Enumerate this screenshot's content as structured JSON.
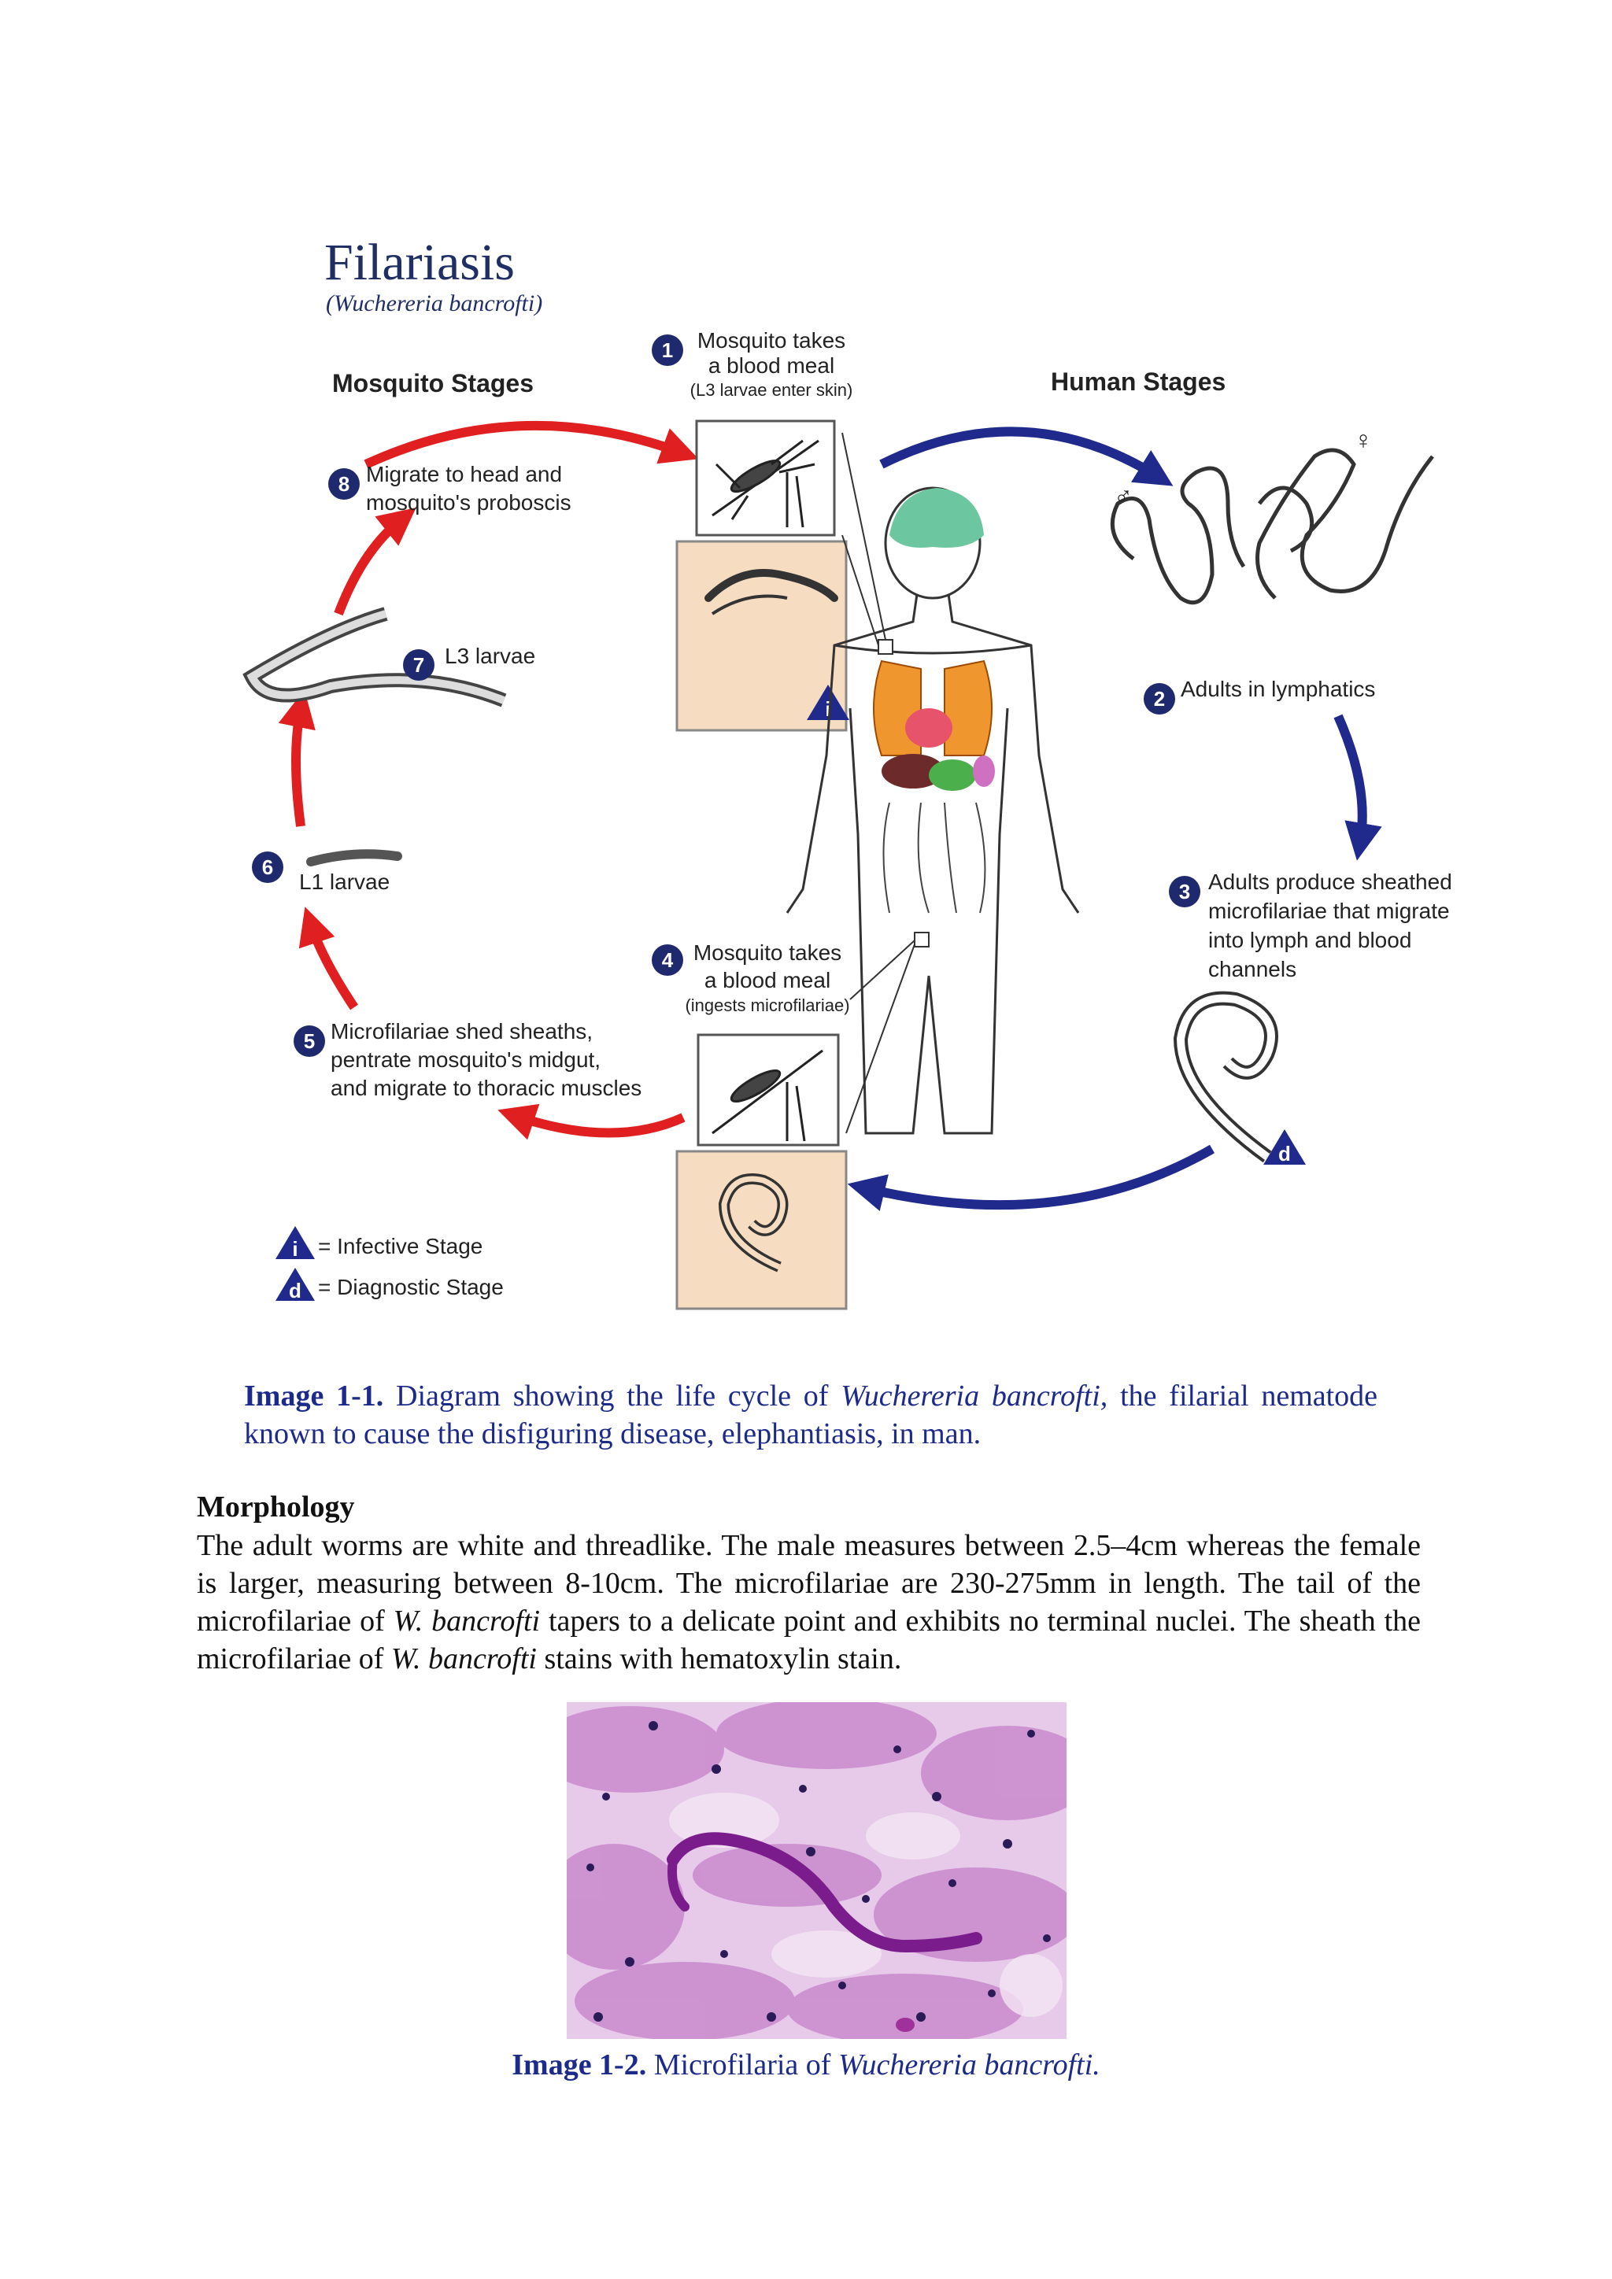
{
  "diagram": {
    "title": "Filariasis",
    "subtitle": "(Wuchereria bancrofti)",
    "mosquito_stages_label": "Mosquito Stages",
    "human_stages_label": "Human Stages",
    "steps": [
      {
        "num": "1",
        "lines": [
          "Mosquito takes",
          "a blood meal"
        ],
        "note": "(L3 larvae enter skin)"
      },
      {
        "num": "2",
        "lines": [
          "Adults in lymphatics"
        ]
      },
      {
        "num": "3",
        "lines": [
          "Adults produce sheathed",
          "microfilariae that migrate",
          "into lymph and blood",
          "channels"
        ]
      },
      {
        "num": "4",
        "lines": [
          "Mosquito takes",
          "a blood meal"
        ],
        "note": "(ingests microfilariae)"
      },
      {
        "num": "5",
        "lines": [
          "Microfilariae shed sheaths,",
          "pentrate mosquito's midgut,",
          "and migrate to thoracic muscles"
        ]
      },
      {
        "num": "6",
        "lines": [
          "L1 larvae"
        ]
      },
      {
        "num": "7",
        "lines": [
          "L3 larvae"
        ]
      },
      {
        "num": "8",
        "lines": [
          "Migrate to head and",
          "mosquito's proboscis"
        ]
      }
    ],
    "male_symbol": "♂",
    "female_symbol": "♀",
    "stage_marker_infective": "i",
    "stage_marker_diagnostic": "d",
    "legend": [
      {
        "marker": "i",
        "label": "= Infective Stage"
      },
      {
        "marker": "d",
        "label": "= Diagnostic Stage"
      }
    ]
  },
  "caption1": {
    "label": "Image 1-1.",
    "text_a": "Diagram showing the life cycle of",
    "species": "Wuchereria bancrofti,",
    "text_b": "the filarial nematode known to cause the disfiguring disease, elephantiasis, in man."
  },
  "morphology": {
    "heading": "Morphology",
    "p1": "The adult worms are white and threadlike. The male measures between 2.5–4cm whereas the female is larger, measuring between 8-10cm. The microfilariae are 230-275mm in length. The tail of the microfilariae of",
    "sp1": "W. bancrofti",
    "p2": "tapers to a delicate point and exhibits no terminal nuclei. The sheath the microfilariae of",
    "sp2": "W. bancrofti",
    "p3": "stains with hematoxylin stain."
  },
  "caption2": {
    "label": "Image 1-2.",
    "text": "Microfilaria of",
    "species": "Wuchereria bancrofti."
  },
  "colors": {
    "caption_blue": "#1c2a8a",
    "arrow_red": "#e02020",
    "arrow_blue": "#1f2a8c",
    "badge_navy": "#1f2a6e",
    "inset_peach": "#f6dcc0",
    "stain_purple": "#a0309a"
  }
}
